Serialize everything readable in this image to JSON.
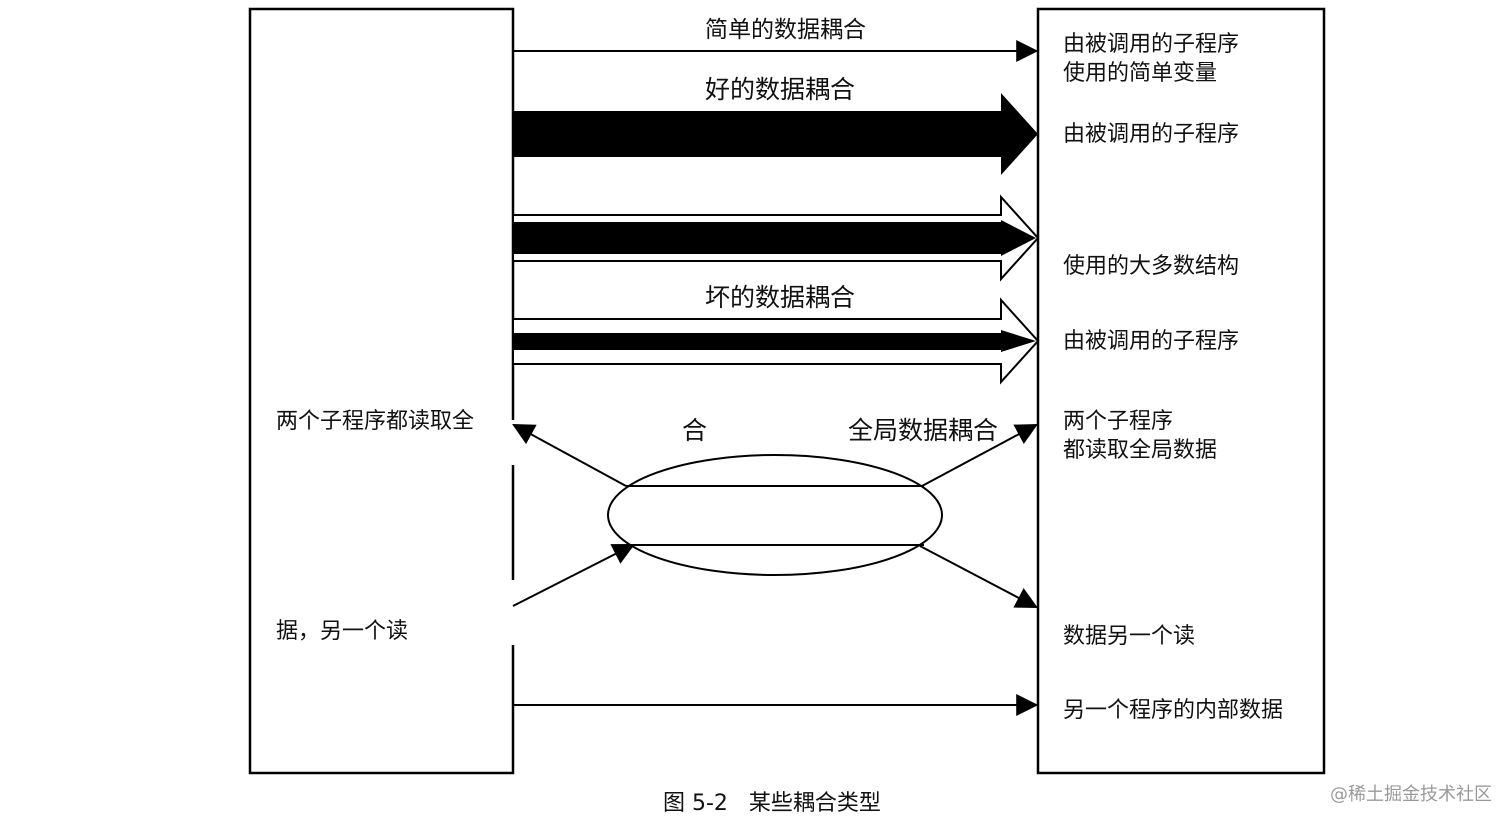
{
  "figure": {
    "caption": "图 5-2   某些耦合类型"
  },
  "arrows": {
    "simple_label": "简单的数据耦合",
    "good_label": "好的数据耦合",
    "bad_label": "坏的数据耦合",
    "global_label_left": "合",
    "global_label_right": "全局数据耦合"
  },
  "left_box": {
    "text_top": "两个子程序都读取全",
    "text_bottom": "据，另一个读"
  },
  "right_box": {
    "line1a": "由被调用的子程序",
    "line1b": "使用的简单变量",
    "line2": "由被调用的子程序",
    "line3": "使用的大多数结构",
    "line4": "由被调用的子程序",
    "line5a": "两个子程序",
    "line5b": "都读取全局数据",
    "line6": "数据另一个读",
    "line7": "另一个程序的内部数据"
  },
  "watermark": "@稀土掘金技术社区"
}
